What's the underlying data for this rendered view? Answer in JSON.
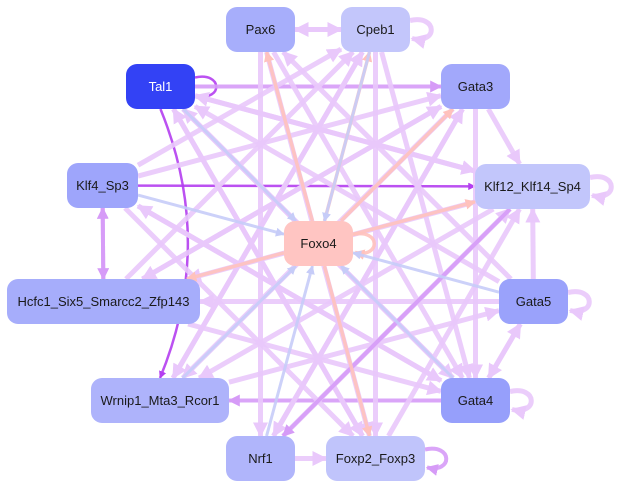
{
  "diagram": {
    "type": "directed-network",
    "colors": {
      "edge_default": "#e9c8fb",
      "edge_strong": "#d69bf7",
      "edge_dark": "#b43ef0",
      "edge_blue": "#c6ccf8",
      "edge_salmon": "#ffc2bd",
      "label_dark": "#1a1a1a",
      "label_light": "#ffffff"
    },
    "nodes": [
      {
        "id": "Pax6",
        "label": "Pax6",
        "fill": "#a7aefb",
        "text": "dark"
      },
      {
        "id": "Cpeb1",
        "label": "Cpeb1",
        "fill": "#c3c6fb",
        "text": "dark"
      },
      {
        "id": "Tal1",
        "label": "Tal1",
        "fill": "#3342f5",
        "text": "light"
      },
      {
        "id": "Gata3",
        "label": "Gata3",
        "fill": "#a2a8fb",
        "text": "dark"
      },
      {
        "id": "Klf4_Sp3",
        "label": "Klf4_Sp3",
        "fill": "#9ea5fb",
        "text": "dark"
      },
      {
        "id": "Klf12_Klf14_Sp4",
        "label": "Klf12_Klf14_Sp4",
        "fill": "#c2c6fb",
        "text": "dark"
      },
      {
        "id": "Foxo4",
        "label": "Foxo4",
        "fill": "#ffc5c2",
        "text": "dark"
      },
      {
        "id": "Hcfc1",
        "label": "Hcfc1_Six5_Smarcc2_Zfp143",
        "fill": "#a6adfb",
        "text": "dark"
      },
      {
        "id": "Gata5",
        "label": "Gata5",
        "fill": "#9aa2fb",
        "text": "dark"
      },
      {
        "id": "Wrnip1",
        "label": "Wrnip1_Mta3_Rcor1",
        "fill": "#aeb3fb",
        "text": "dark"
      },
      {
        "id": "Gata4",
        "label": "Gata4",
        "fill": "#969ffb",
        "text": "dark"
      },
      {
        "id": "Nrf1",
        "label": "Nrf1",
        "fill": "#b0b5fb",
        "text": "dark"
      },
      {
        "id": "Foxp2_Foxp3",
        "label": "Foxp2_Foxp3",
        "fill": "#c0c4fb",
        "text": "dark"
      }
    ],
    "edges": [
      {
        "from": "Tal1",
        "to": "Tal1",
        "color": "edge_dark"
      },
      {
        "from": "Pax6",
        "to": "Cpeb1",
        "color": "edge_default"
      },
      {
        "from": "Cpeb1",
        "to": "Pax6",
        "color": "edge_default"
      },
      {
        "from": "Cpeb1",
        "to": "Cpeb1",
        "color": "edge_default"
      },
      {
        "from": "Tal1",
        "to": "Gata3",
        "color": "edge_strong"
      },
      {
        "from": "Klf4_Sp3",
        "to": "Klf12_Klf14_Sp4",
        "color": "edge_dark"
      },
      {
        "from": "Klf4_Sp3",
        "to": "Hcfc1",
        "color": "edge_strong"
      },
      {
        "from": "Hcfc1",
        "to": "Klf4_Sp3",
        "color": "edge_strong"
      },
      {
        "from": "Klf12_Klf14_Sp4",
        "to": "Klf12_Klf14_Sp4",
        "color": "edge_default"
      },
      {
        "from": "Gata3",
        "to": "Klf12_Klf14_Sp4",
        "color": "edge_default"
      },
      {
        "from": "Gata5",
        "to": "Gata5",
        "color": "edge_default"
      },
      {
        "from": "Gata4",
        "to": "Gata4",
        "color": "edge_default"
      },
      {
        "from": "Gata5",
        "to": "Gata4",
        "color": "edge_default"
      },
      {
        "from": "Gata4",
        "to": "Gata5",
        "color": "edge_default"
      },
      {
        "from": "Foxp2_Foxp3",
        "to": "Foxp2_Foxp3",
        "color": "edge_strong"
      },
      {
        "from": "Nrf1",
        "to": "Foxp2_Foxp3",
        "color": "edge_default"
      },
      {
        "from": "Gata5",
        "to": "Klf12_Klf14_Sp4",
        "color": "edge_default"
      },
      {
        "from": "Gata4",
        "to": "Wrnip1",
        "color": "edge_strong"
      },
      {
        "from": "Gata5",
        "to": "Hcfc1",
        "color": "edge_default"
      },
      {
        "from": "Gata3",
        "to": "Hcfc1",
        "color": "edge_default"
      },
      {
        "from": "Klf12_Klf14_Sp4",
        "to": "Hcfc1",
        "color": "edge_default"
      },
      {
        "from": "Klf12_Klf14_Sp4",
        "to": "Wrnip1",
        "color": "edge_default"
      },
      {
        "from": "Cpeb1",
        "to": "Wrnip1",
        "color": "edge_default"
      },
      {
        "from": "Cpeb1",
        "to": "Gata4",
        "color": "edge_default"
      },
      {
        "from": "Cpeb1",
        "to": "Foxp2_Foxp3",
        "color": "edge_default"
      },
      {
        "from": "Pax6",
        "to": "Gata4",
        "color": "edge_default"
      },
      {
        "from": "Pax6",
        "to": "Foxp2_Foxp3",
        "color": "edge_default"
      },
      {
        "from": "Pax6",
        "to": "Nrf1",
        "color": "edge_default"
      },
      {
        "from": "Tal1",
        "to": "Foxp2_Foxp3",
        "color": "edge_default"
      },
      {
        "from": "Tal1",
        "to": "Gata4",
        "color": "edge_default"
      },
      {
        "from": "Tal1",
        "to": "Klf12_Klf14_Sp4",
        "color": "edge_default"
      },
      {
        "from": "Tal1",
        "to": "Wrnip1",
        "color": "edge_dark"
      },
      {
        "from": "Gata3",
        "to": "Nrf1",
        "color": "edge_default"
      },
      {
        "from": "Gata3",
        "to": "Wrnip1",
        "color": "edge_default"
      },
      {
        "from": "Gata3",
        "to": "Gata4",
        "color": "edge_default"
      },
      {
        "from": "Klf4_Sp3",
        "to": "Gata4",
        "color": "edge_default"
      },
      {
        "from": "Klf4_Sp3",
        "to": "Foxp2_Foxp3",
        "color": "edge_default"
      },
      {
        "from": "Klf4_Sp3",
        "to": "Gata3",
        "color": "edge_default"
      },
      {
        "from": "Klf4_Sp3",
        "to": "Cpeb1",
        "color": "edge_default"
      },
      {
        "from": "Hcfc1",
        "to": "Gata3",
        "color": "edge_default"
      },
      {
        "from": "Hcfc1",
        "to": "Cpeb1",
        "color": "edge_default"
      },
      {
        "from": "Hcfc1",
        "to": "Gata4",
        "color": "edge_default"
      },
      {
        "from": "Wrnip1",
        "to": "Cpeb1",
        "color": "edge_default"
      },
      {
        "from": "Wrnip1",
        "to": "Gata5",
        "color": "edge_default"
      },
      {
        "from": "Nrf1",
        "to": "Gata3",
        "color": "edge_default"
      },
      {
        "from": "Nrf1",
        "to": "Klf12_Klf14_Sp4",
        "color": "edge_default"
      },
      {
        "from": "Foxp2_Foxp3",
        "to": "Tal1",
        "color": "edge_default"
      },
      {
        "from": "Foxp2_Foxp3",
        "to": "Klf12_Klf14_Sp4",
        "color": "edge_default"
      },
      {
        "from": "Gata4",
        "to": "Tal1",
        "color": "edge_default"
      },
      {
        "from": "Gata4",
        "to": "Klf4_Sp3",
        "color": "edge_default"
      },
      {
        "from": "Gata5",
        "to": "Tal1",
        "color": "edge_default"
      },
      {
        "from": "Gata5",
        "to": "Pax6",
        "color": "edge_default"
      },
      {
        "from": "Klf12_Klf14_Sp4",
        "to": "Tal1",
        "color": "edge_default"
      },
      {
        "from": "Klf12_Klf14_Sp4",
        "to": "Nrf1",
        "color": "edge_strong"
      },
      {
        "from": "Pax6",
        "to": "Foxo4",
        "color": "edge_salmon",
        "reverse": true
      },
      {
        "from": "Cpeb1",
        "to": "Foxo4",
        "color": "edge_salmon",
        "reverse": true
      },
      {
        "from": "Gata3",
        "to": "Foxo4",
        "color": "edge_salmon",
        "reverse": true
      },
      {
        "from": "Klf12_Klf14_Sp4",
        "to": "Foxo4",
        "color": "edge_salmon",
        "reverse": true
      },
      {
        "from": "Hcfc1",
        "to": "Foxo4",
        "color": "edge_salmon",
        "reverse": true
      },
      {
        "from": "Foxp2_Foxp3",
        "to": "Foxo4",
        "color": "edge_salmon",
        "reverse": true
      },
      {
        "from": "Foxo4",
        "to": "Foxo4",
        "color": "edge_salmon"
      },
      {
        "from": "Tal1",
        "to": "Foxo4",
        "color": "edge_blue"
      },
      {
        "from": "Klf4_Sp3",
        "to": "Foxo4",
        "color": "edge_blue"
      },
      {
        "from": "Gata5",
        "to": "Foxo4",
        "color": "edge_blue"
      },
      {
        "from": "Gata4",
        "to": "Foxo4",
        "color": "edge_blue"
      },
      {
        "from": "Nrf1",
        "to": "Foxo4",
        "color": "edge_blue"
      },
      {
        "from": "Wrnip1",
        "to": "Foxo4",
        "color": "edge_blue"
      },
      {
        "from": "Cpeb1",
        "to": "Foxo4",
        "color": "edge_blue"
      }
    ]
  }
}
